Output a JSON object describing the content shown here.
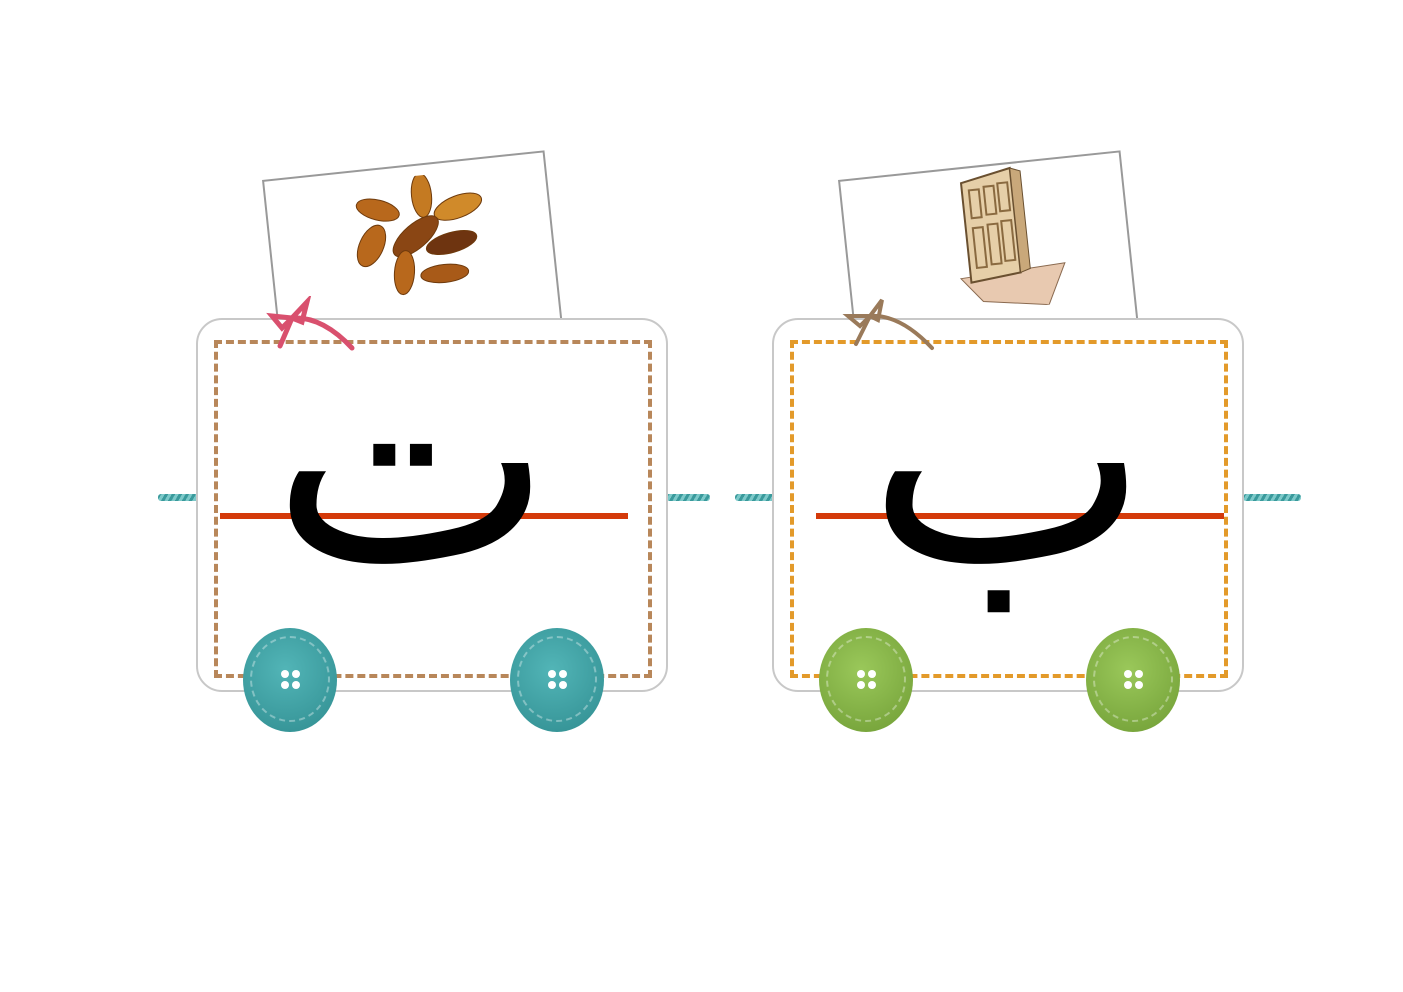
{
  "wagons": [
    {
      "letter": "ت",
      "picture": "dates",
      "button_color": "#3fa3a6",
      "bow_color": "#d9506e"
    },
    {
      "letter": "ب",
      "picture": "door",
      "button_color": "#8cb848",
      "bow_color": "#9a7a5a"
    }
  ],
  "colors": {
    "rope": "#4fb2b4",
    "baseline": "#d43a0a"
  }
}
